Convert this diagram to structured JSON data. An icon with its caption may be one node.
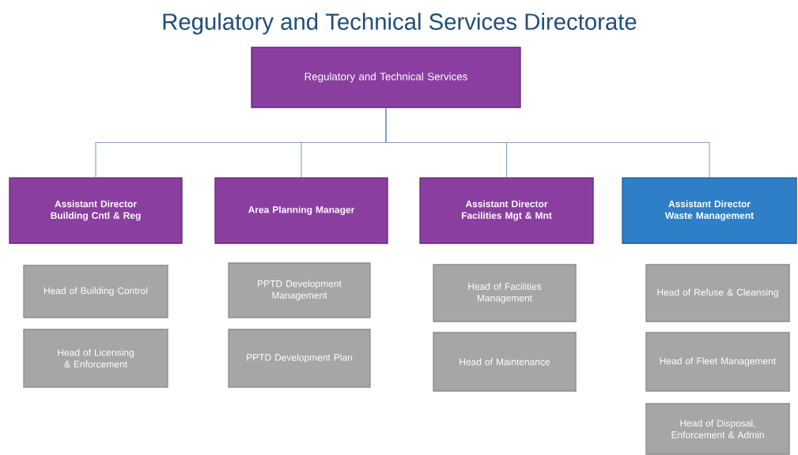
{
  "diagram": {
    "title": "Regulatory and Technical Services Directorate",
    "nodes": [
      {
        "text": [
          "Regulatory and Technical Services"
        ]
      },
      {
        "text": [
          "Assistant Director Building Cntl & Reg"
        ]
      },
      {
        "text": [
          "Area Planning Manager"
        ]
      },
      {
        "text": [
          "Assistant Director Facilities Mgt & Mnt"
        ]
      },
      {
        "text": [
          "Assistant Director Waste Management"
        ]
      },
      {
        "text": [
          "Head of Building Control"
        ]
      },
      {
        "text": [
          "Head of Licensing & Enforcement"
        ]
      },
      {
        "text": [
          "PPTD Development Management"
        ]
      },
      {
        "text": [
          "PPTD Development Plan"
        ]
      },
      {
        "text": [
          "Head of Facilities Management"
        ]
      },
      {
        "text": [
          "Head of Maintenance"
        ]
      },
      {
        "text": [
          "Head of Refuse & Cleansing"
        ]
      },
      {
        "text": [
          "Head of Fleet Management"
        ]
      },
      {
        "text": [
          "Head of Disposal, Enforcement & Admin"
        ]
      }
    ],
    "edges": [
      {
        "from": 0,
        "to": 1,
        "arrow": "none"
      },
      {
        "from": 0,
        "to": 2,
        "arrow": "none"
      },
      {
        "from": 0,
        "to": 3,
        "arrow": "none"
      },
      {
        "from": 0,
        "to": 4,
        "arrow": "none"
      }
    ]
  }
}
